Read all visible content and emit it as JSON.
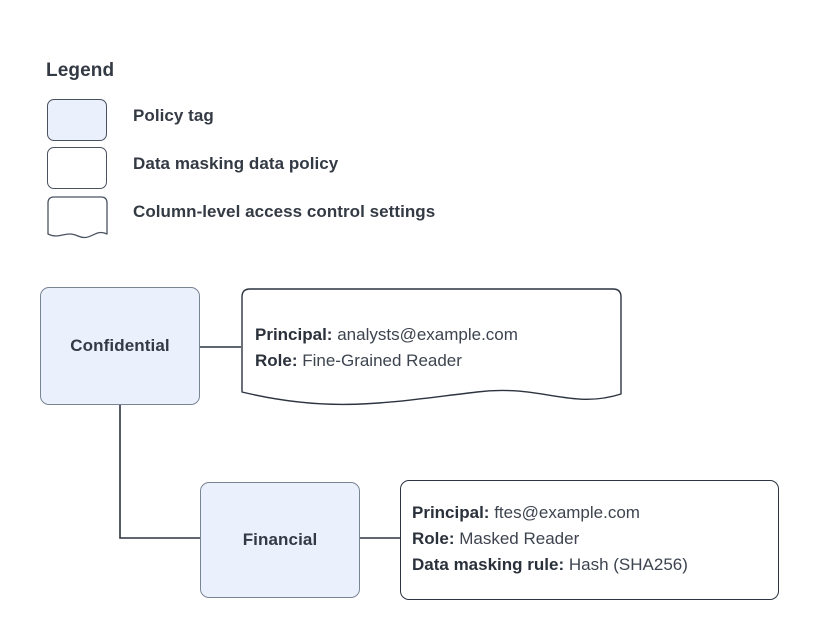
{
  "diagram": {
    "type": "policy-tag-access-control-diagram",
    "colors": {
      "tag_fill": "#eaf1fd",
      "tag_border": "#7a8594",
      "callout_border": "#2c3440",
      "text": "#343a44",
      "edge": "#2c3440",
      "background": "#ffffff"
    }
  },
  "legend": {
    "title": "Legend",
    "items": [
      {
        "label": "Policy tag",
        "shape": "rounded-rect-filled"
      },
      {
        "label": "Data masking data policy",
        "shape": "rounded-rect"
      },
      {
        "label": "Column-level access control settings",
        "shape": "wavy-bottom-rect"
      }
    ]
  },
  "nodes": [
    {
      "id": "confidential",
      "label": "Confidential",
      "kind": "policy-tag"
    },
    {
      "id": "financial",
      "label": "Financial",
      "kind": "policy-tag"
    }
  ],
  "callouts": [
    {
      "id": "confidential-settings",
      "shape": "wavy-bottom-rect",
      "lines": [
        {
          "key": "Principal:",
          "value": "analysts@example.com"
        },
        {
          "key": "Role:",
          "value": "Fine-Grained Reader"
        }
      ]
    },
    {
      "id": "financial-policy",
      "shape": "rounded-rect",
      "lines": [
        {
          "key": "Principal:",
          "value": "ftes@example.com"
        },
        {
          "key": "Role:",
          "value": "Masked Reader"
        },
        {
          "key": "Data masking rule:",
          "value": "Hash (SHA256)"
        }
      ]
    }
  ],
  "edges": [
    {
      "from": "confidential",
      "to": "confidential-settings",
      "style": "straight"
    },
    {
      "from": "confidential",
      "to": "financial",
      "style": "elbow"
    },
    {
      "from": "financial",
      "to": "financial-policy",
      "style": "straight"
    }
  ]
}
